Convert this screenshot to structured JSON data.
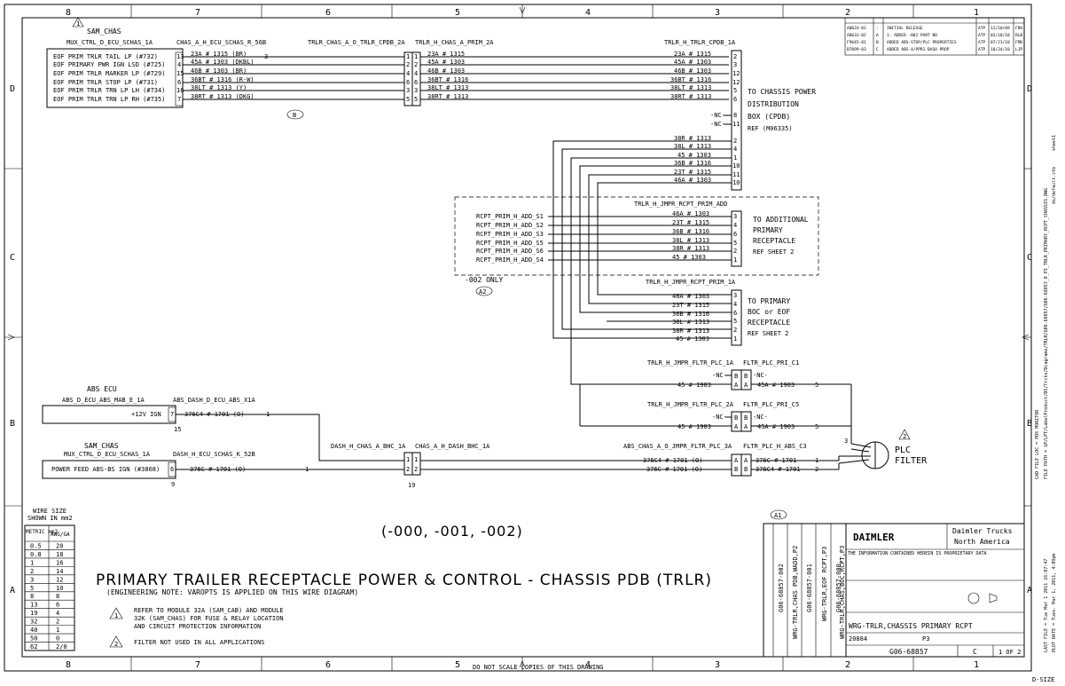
{
  "border": {
    "columns_top": [
      "8",
      "7",
      "6",
      "5",
      "4",
      "3",
      "2",
      "1"
    ],
    "columns_bottom": [
      "8",
      "7",
      "6",
      "5",
      "4",
      "3",
      "2",
      "1"
    ],
    "rows_left": [
      "D",
      "C",
      "B",
      "A"
    ],
    "rows_right": [
      "D",
      "C",
      "B",
      "A"
    ],
    "do_not_scale": "DO NOT SCALE COPIES OF THIS DRAWING",
    "size": "D-SIZE"
  },
  "sam_chas_top": {
    "note": "1",
    "title": "SAM_CHAS",
    "connector": "MUX_CTRL_D_ECU_SCHAS_1A",
    "rows": [
      "EOF PRIM TRLR TAIL LP (#732)",
      "EOF PRIMARY PWR IGN LSD (#725)",
      "EOF PRIM TRLR MARKER LP (#729)",
      "EOF PRIM TRLR STOP LP (#731)",
      "EOF PRIM TRLR TRN LP LH (#734)",
      "EOF PRIM TRLR TRN LP RH (#735)"
    ],
    "pins": [
      "13",
      "4",
      "15",
      "6",
      "16",
      "7"
    ],
    "wires": [
      "23A # 1315 (BR)",
      "45A # 1303 (DKBL)",
      "46B # 1303 (BR)",
      "36BT # 1316 (R-W)",
      "38LT # 1313 (Y)",
      "38RT # 1313 (DKG)"
    ]
  },
  "connectors_top": {
    "c1": "CHAS_A_H_ECU_SCHAS_R_56B",
    "c2": "TRLR_CHAS_A_O_TRLR_CPDB_2A",
    "c3": "TRLR_H_CHAS_A_PRIM_2A",
    "c4": "TRLR_H_TRLR_CPDB_1A",
    "inline_pins": [
      "1",
      "2",
      "4",
      "6",
      "3",
      "5"
    ],
    "mid_wires": [
      "23A # 1315",
      "45A # 1303",
      "46B # 1303",
      "36BT # 1316",
      "38LT # 1313",
      "38RT # 1313"
    ],
    "mid_pin": "3",
    "cpdb_wires": [
      "23A # 1315",
      "45A # 1303",
      "46B # 1303",
      "36BT # 1316",
      "38LT # 1313",
      "38RT # 1313"
    ],
    "cpdb_pins": [
      "2",
      "3",
      "12",
      "12",
      "5",
      "6"
    ],
    "marker": "B"
  },
  "cpdb": {
    "label1": "TO CHASSIS POWER",
    "label2": "DISTRIBUTION",
    "label3": "BOX (CPDB)",
    "ref": "REF (M06335)",
    "nc_pins": [
      "8",
      "11"
    ],
    "nc": "-NC-",
    "lower_wires": [
      "38R # 1313",
      "38L # 1313",
      "45 # 1303",
      "36B # 1316",
      "23T # 1315",
      "46A # 1303"
    ],
    "lower_pins": [
      "2",
      "4",
      "1",
      "10",
      "11",
      "10"
    ]
  },
  "additional": {
    "connector": "TRLR_H_JMPR_RCPT_PRIM_ADD",
    "inputs": [
      "RCPT_PRIM_H_ADD_S1",
      "RCPT_PRIM_H_ADD_S2",
      "RCPT_PRIM_H_ADD_S3",
      "RCPT_PRIM_H_ADD_S5",
      "RCPT_PRIM_H_ADD_S6",
      "RCPT_PRIM_H_ADD_S4"
    ],
    "wires": [
      "46A # 1303",
      "23T # 1315",
      "36B # 1316",
      "38L # 1313",
      "38R # 1313",
      "45 # 1303"
    ],
    "pins": [
      "3",
      "4",
      "6",
      "5",
      "2",
      "1"
    ],
    "label1": "TO ADDITIONAL",
    "label2": "PRIMARY",
    "label3": "RECEPTACLE",
    "ref": "REF SHEET 2",
    "note": "-002 ONLY",
    "marker": "A2"
  },
  "primary_boc": {
    "connector": "TRLR_H_JMPR_RCPT_PRIM_1A",
    "wires": [
      "46A # 1303",
      "23T # 1315",
      "36B # 1316",
      "38L # 1313",
      "38R # 1313",
      "45 # 1303"
    ],
    "pins": [
      "3",
      "4",
      "6",
      "5",
      "2",
      "1"
    ],
    "label1": "TO PRIMARY",
    "label2": "BOC or EOF",
    "label3": "RECEPTACLE",
    "ref": "REF SHEET 2"
  },
  "plc": {
    "c1a": "TRLR_H_JMPR_FLTR_PLC_1A",
    "c1b": "FLTR_PLC_PRI_C1",
    "c2a": "TRLR_H_JMPR_FLTR_PLC_2A",
    "c2b": "FLTR_PLC_PRI_C5",
    "nc": "-NC-",
    "w1": "45 # 1903",
    "w2": "45A # 1903",
    "pin_a": "A",
    "pin_b": "B",
    "pin5": "5",
    "pin3": "3",
    "label1": "PLC",
    "label2": "FILTER",
    "note": "2"
  },
  "abs": {
    "title": "ABS ECU",
    "connector": "ABS_D_ECU_ABS_MAB_E_1A",
    "conn2": "ABS_DASH_D_ECU_ABS_X1A",
    "row": "+12V IGN",
    "pin": "7",
    "wire": "376C4 # 1701 (O)",
    "pin_out": "1",
    "pin_sub": "15"
  },
  "sam_chas_bottom": {
    "title": "SAM_CHAS",
    "connector": "MUX_CTRL_D_ECU_SCHAS_1A",
    "conn2": "DASH_H_ECU_SCHAS_K_52B",
    "row": "POWER FEED ABS-BS IGN (#3868)",
    "pin": "6",
    "wire": "376C # 1701 (O)",
    "pin_out": "1",
    "pin_sub": "9"
  },
  "bhc": {
    "c1": "DASH_H_CHAS_A_BHC_1A",
    "c2": "CHAS_A_H_DASH_BHC_1A",
    "c3": "ABS_CHAS_A_O_JMPR_FLTR_PLC_3A",
    "c4": "FLTR_PLC_H_ABS_C3",
    "pin_sub": "19",
    "wires": [
      "376C4 # 1701 (O)",
      "376C # 1701 (O)"
    ],
    "right_wires": [
      "376C # 1701",
      "376C4 # 1701"
    ],
    "pins": [
      "1",
      "2"
    ],
    "pins_ab": [
      "A",
      "B"
    ]
  },
  "variants": "(-000, -001, -002)",
  "title_main": "PRIMARY TRAILER RECEPTACLE POWER & CONTROL - CHASSIS PDB (TRLR)",
  "eng_note": "(ENGINEERING NOTE: VAROPTS IS APPLIED ON THIS WIRE DIAGRAM)",
  "notes": [
    {
      "num": "1",
      "text1": "REFER TO MODULE 32A (SAM_CAB) AND MODULE",
      "text2": "32K (SAM_CHAS) FOR FUSE & RELAY LOCATION",
      "text3": "AND CIRCUIT PROTECTION INFORMATION"
    },
    {
      "num": "2",
      "text1": "FILTER NOT USED IN ALL APPLICATIONS",
      "text2": "",
      "text3": ""
    }
  ],
  "wire_size": {
    "title1": "WIRE SIZE",
    "title2": "SHOWN IN mm2",
    "head1": "METRIC mm2",
    "head2": "AWG/GA",
    "rows": [
      [
        "0.5",
        "20"
      ],
      [
        "0.8",
        "18"
      ],
      [
        "1",
        "16"
      ],
      [
        "2",
        "14"
      ],
      [
        "3",
        "12"
      ],
      [
        "5",
        "10"
      ],
      [
        "8",
        "8"
      ],
      [
        "13",
        "6"
      ],
      [
        "19",
        "4"
      ],
      [
        "32",
        "2"
      ],
      [
        "40",
        "1"
      ],
      [
        "50",
        "0"
      ],
      [
        "62",
        "2/0"
      ]
    ]
  },
  "title_block": {
    "company1": "Daimler Trucks",
    "company2": "North America",
    "logo": "DAIMLER",
    "marker": "A1",
    "dwg_title": "WRG-TRLR,CHASSIS   PRIMARY RCPT",
    "dwg_no": "G06-68857",
    "rev": "C",
    "sheet": "1 OF 2",
    "sheet_label": "P3",
    "number_field": "20884",
    "vert_fields": [
      "G06-68857-002",
      "WRG-TRLR,CHAS PDB,WADD,P2",
      "G06-68857-001",
      "WRG-TRLR,EOF RCPT,P3",
      "G06-68857-000",
      "WRG-TRLR,CHAS,BOC,RCPT,P3"
    ],
    "proprietary": "THE INFORMATION CONTAINED HEREIN IS PROPRIETARY DATA",
    "rev_rows": [
      [
        "A0624-01",
        "-",
        "INITIAL RELEASE",
        "ATP",
        "12/10/09",
        "FRH"
      ],
      [
        "A0632-02",
        "A",
        "1: ADDED -002 PART NO",
        "ATP",
        "02/18/10",
        "RLB"
      ],
      [
        "F9645-01",
        "B",
        "ADDED ABS-STOP/PLC PROPERTIES",
        "ATP",
        "07/21/10",
        "FMD"
      ],
      [
        "B7099-03",
        "C",
        "ADDED ABS-4/PPR1 BASH PROP",
        "ATP",
        "10/24/10",
        "LJP"
      ]
    ]
  },
  "right_margin": {
    "file_path": "FILE PATH = $P/LPT/LabelProduct/DS/Trcks/Diagrams/TRLR/G06-68857/G06-68857_0_P3_TRLR_PRIMARY_RCPT_CHASSIS.DWG",
    "last_file": "LAST FILE = Tue Mar 1 2011 16:07:47",
    "plot_date": "PLOT DATE = Tues. Mar 1, 2011, 4:09pm",
    "cad": "CAD FILE LOC = PDS MONITOR",
    "sheet1": "sheet1",
    "ds": "ds/default.ctb"
  }
}
